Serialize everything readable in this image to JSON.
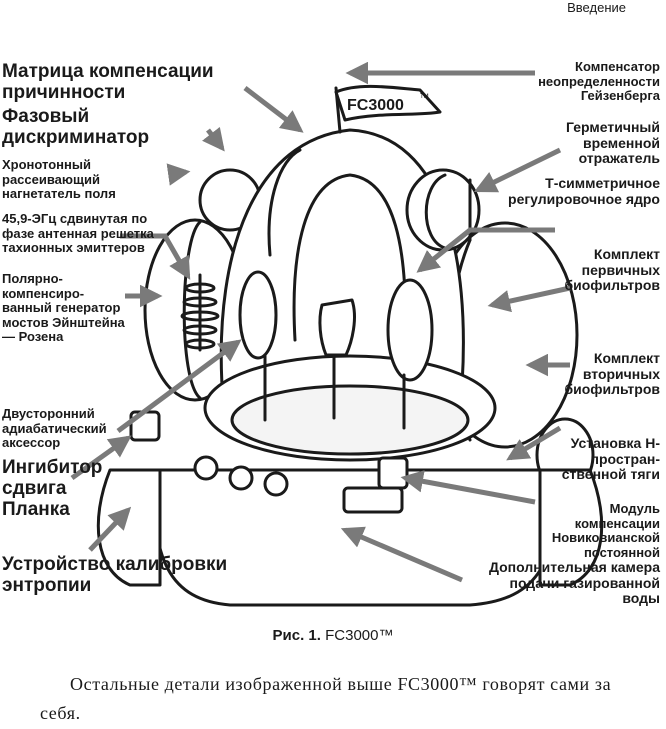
{
  "header": {
    "section": "Введение"
  },
  "labels": {
    "matrix": "Матрица компенсации причинности",
    "phase": "Фазовый дискриминатор",
    "chrono": "Хронотонный рассеивающий нагнетатель поля",
    "antenna": "45,9-ЭГц сдвинутая по фазе антенная решетка тахионных эмиттеров",
    "polar": "Полярно-компенсиро-ванный генератор мостов Эйнштейна — Розена",
    "accessor": "Двусторонний адиабатический аксессор",
    "inhibitor": "Ингибитор сдвига Планка",
    "entropy": "Устройство калибровки энтропии",
    "heisenberg": "Компенсатор неопределенности Гейзенберга",
    "reflector": "Герметичный временной отражатель",
    "tcore": "Т-симметричное регулировочное ядро",
    "bio1": "Комплект первичных биофильтров",
    "bio2": "Комплект вторичных биофильтров",
    "thrust": "Установка Н-простран-ственной тяги",
    "novikov": "Модуль компенсации Новиковианской постоянной",
    "soda": "Дополнительная камера подачи газированной воды"
  },
  "flag": {
    "text": "FC3000",
    "tm": "TM"
  },
  "caption": {
    "prefix": "Рис. 1.",
    "text": "FC3000™"
  },
  "body": {
    "text": "Остальные детали изображенной выше FC3000™ говорят сами за себя."
  }
}
